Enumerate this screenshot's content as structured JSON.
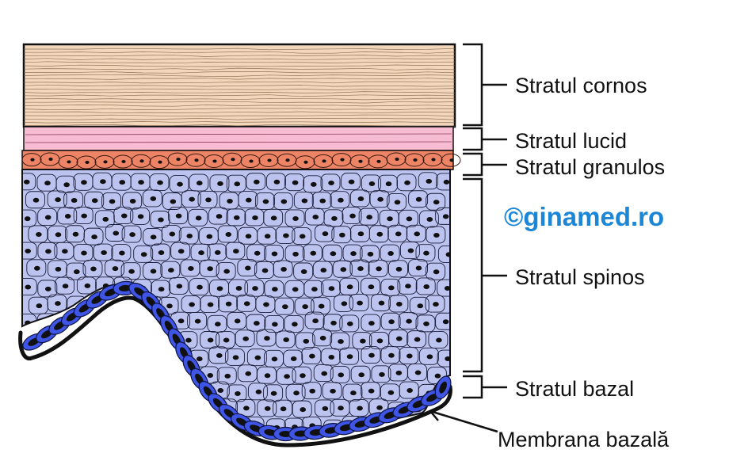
{
  "diagram": {
    "labels": {
      "stratum_corneum": "Stratul cornos",
      "stratum_lucidum": "Stratul lucid",
      "stratum_granulosum": "Stratul granulos",
      "stratum_spinosum": "Stratul spinos",
      "stratum_basale": "Stratul bazal",
      "basement_membrane": "Membrana bazală"
    },
    "watermark": "©ginamed.ro",
    "colors": {
      "stratum_corneum": "#f3d7bd",
      "stratum_lucidum": "#f7bcd2",
      "stratum_granulosum": "#ec8465",
      "stratum_spinosum": "#bcc3ee",
      "stratum_basale": "#3f55e6",
      "outline": "#111111",
      "watermark": "#1c86d6"
    }
  }
}
